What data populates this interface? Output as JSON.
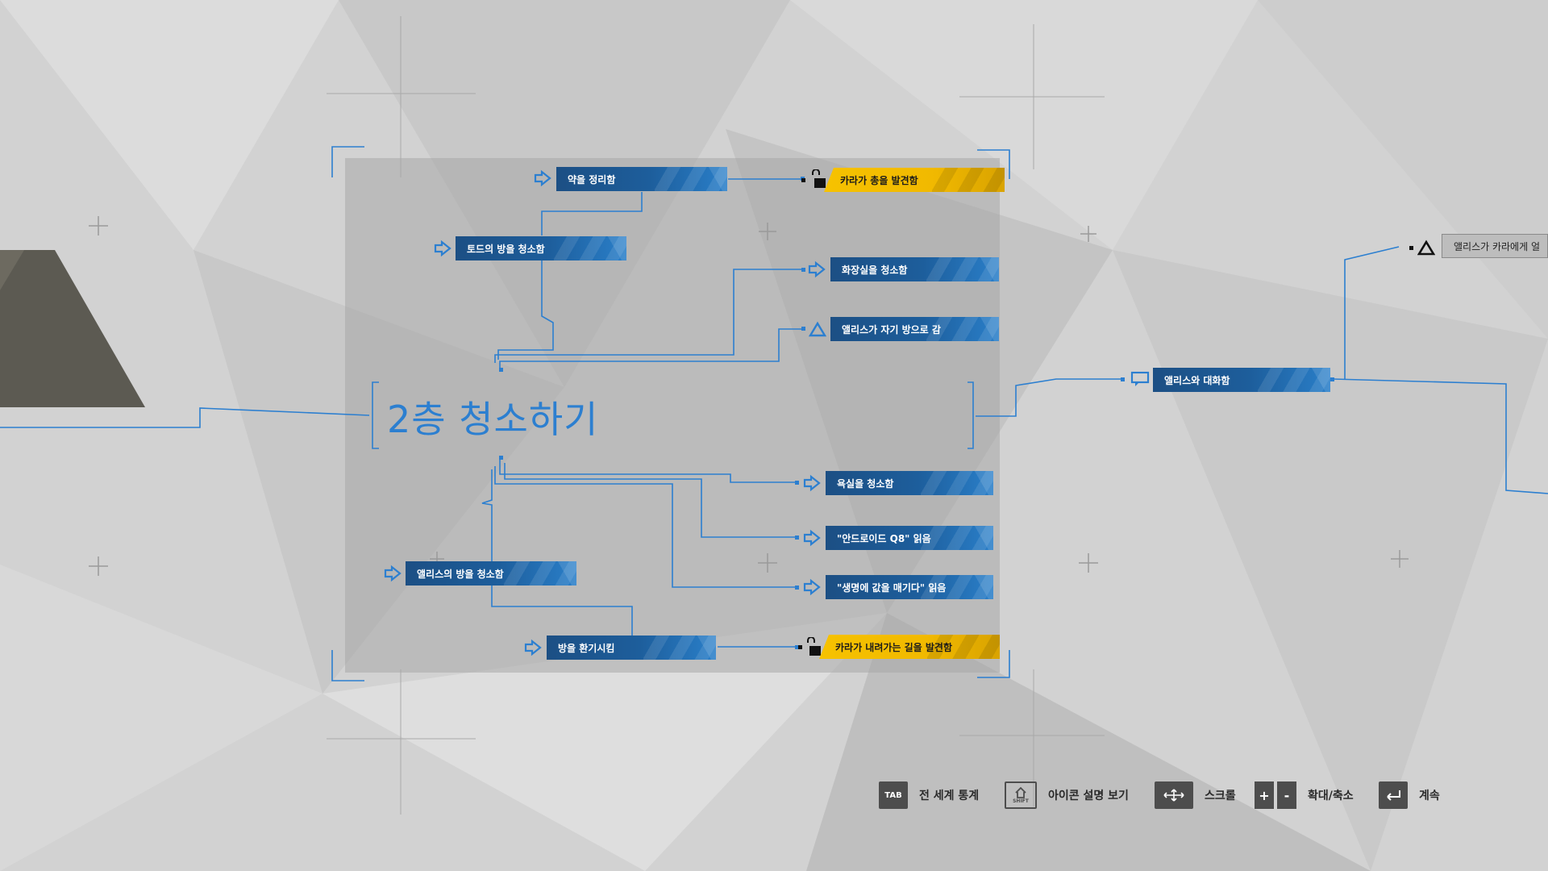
{
  "chapter": {
    "title": "2층 청소하기"
  },
  "nodes": {
    "tidy_medicine": "약을 정리함",
    "clean_todd_room": "토드의 방을 청소함",
    "kara_found_gun": "카라가 총을 발견함",
    "clean_bathroom": "화장실을 청소함",
    "alice_goes_room": "앨리스가 자기 방으로 감",
    "alice_conversation": "앨리스와 대화함",
    "alice_to_kara": "앨리스가 카라에게 얼",
    "clean_shower": "욕실을 청소함",
    "read_android_q8": "\"안드로이드 Q8\" 읽음",
    "read_life_book": "\"생명에 값을 매기다\" 읽음",
    "clean_alice_room": "앨리스의 방을 청소함",
    "ventilate_room": "방을 환기시킴",
    "kara_found_way_down": "카라가 내려가는 길을 발견함"
  },
  "footer": {
    "tab_key": "TAB",
    "world_stats": "전 세계 통계",
    "shift_key": "SHIFT",
    "icon_help": "아이콘 설명 보기",
    "scroll": "스크롤",
    "zoom_plus": "+",
    "zoom_minus": "-",
    "zoom": "확대/축소",
    "continue": "계속"
  },
  "colors": {
    "accent_blue": "#2c7fd0",
    "node_blue": "#1d5e9c",
    "node_gold": "#f6c200",
    "key_bg": "#4d4d4d"
  }
}
